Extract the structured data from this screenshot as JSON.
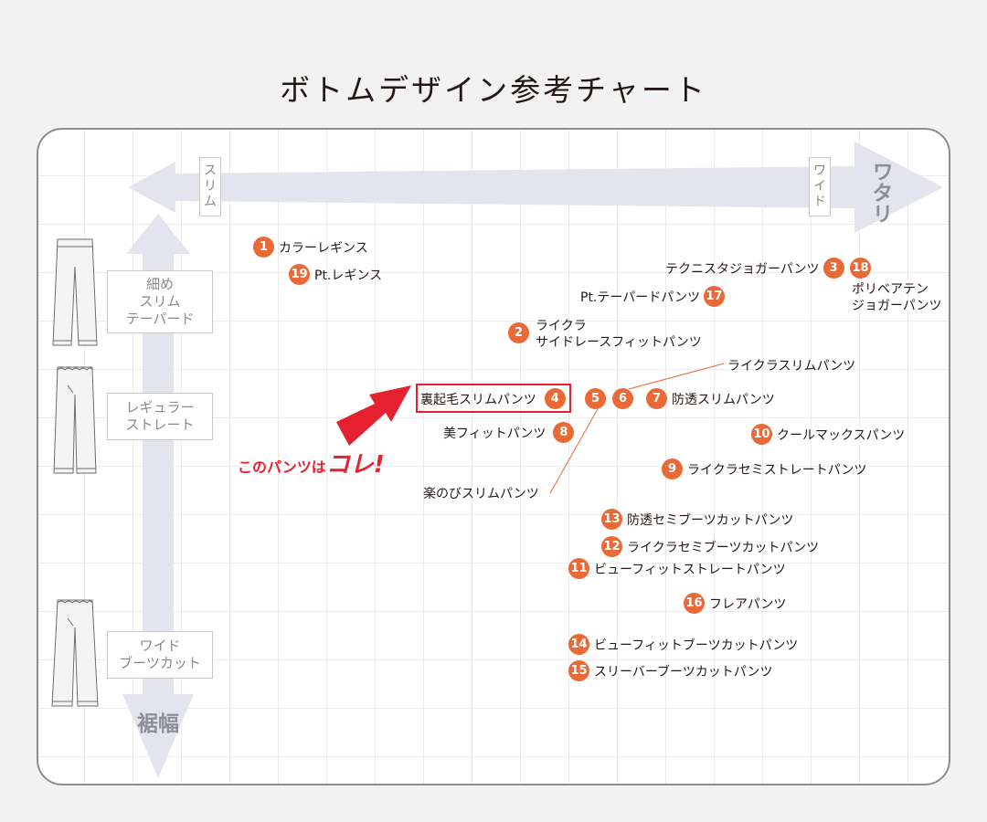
{
  "title": "ボトムデザイン参考チャート",
  "axes": {
    "horizontal_left": "スリム",
    "horizontal_right": "ワイド",
    "horizontal_name": "ワタリ",
    "vertical_name": "裾幅"
  },
  "side_labels": [
    "細め\nスリム\nテーパード",
    "レギュラー\nストレート",
    "ワイド\nブーツカット"
  ],
  "items": [
    {
      "num": "1",
      "label": "カラーレギンス"
    },
    {
      "num": "19",
      "label": "Pt.レギンス"
    },
    {
      "num": "3",
      "label": "テクニスタジョガーパンツ"
    },
    {
      "num": "18",
      "label": "ポリベアテン\nジョガーパンツ"
    },
    {
      "num": "17",
      "label": "Pt.テーパードパンツ"
    },
    {
      "num": "2",
      "label": "ライクラ\nサイドレースフィットパンツ"
    },
    {
      "num": "4",
      "label": "裏起毛スリムパンツ"
    },
    {
      "num": "5",
      "label": ""
    },
    {
      "num": "6",
      "label": ""
    },
    {
      "num": "7",
      "label": "防透スリムパンツ"
    },
    {
      "num": "8",
      "label": "美フィットパンツ"
    },
    {
      "num": "10",
      "label": "クールマックスパンツ"
    },
    {
      "num": "9",
      "label": "ライクラセミストレートパンツ"
    },
    {
      "num": "13",
      "label": "防透セミブーツカットパンツ"
    },
    {
      "num": "12",
      "label": "ライクラセミブーツカットパンツ"
    },
    {
      "num": "11",
      "label": "ビューフィットストレートパンツ"
    },
    {
      "num": "16",
      "label": "フレアパンツ"
    },
    {
      "num": "14",
      "label": "ビューフィットブーツカットパンツ"
    },
    {
      "num": "15",
      "label": "スリーバーブーツカットパンツ"
    }
  ],
  "leader_labels": {
    "raikura_slim": "ライクラスリムパンツ",
    "tanonobi_slim": "楽のびスリムパンツ"
  },
  "callout": {
    "prefix": "このパンツは",
    "emphasis": "コレ!"
  },
  "colors": {
    "number_badge": "#e96a37",
    "highlight": "#e5202f",
    "axis_arrow": "#e4e4ee",
    "panel_border": "#8c8c8c"
  }
}
